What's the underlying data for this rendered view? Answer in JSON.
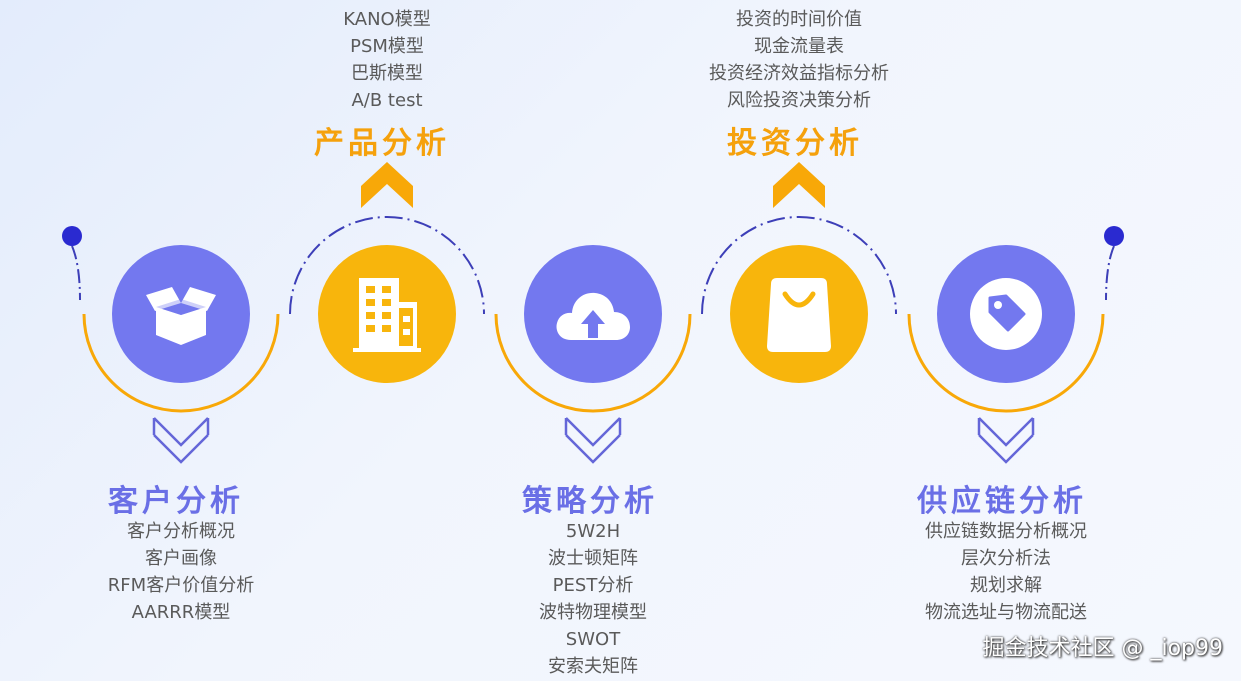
{
  "stages": [
    {
      "id": "customer",
      "title": "客户分析",
      "icon": "open-box-icon",
      "color": "purple",
      "items": [
        "客户分析概况",
        "客户画像",
        "RFM客户价值分析",
        "AARRR模型"
      ]
    },
    {
      "id": "product",
      "title": "产品分析",
      "icon": "building-icon",
      "color": "yellow",
      "items": [
        "KANO模型",
        "PSM模型",
        "巴斯模型",
        "A/B test"
      ]
    },
    {
      "id": "strategy",
      "title": "策略分析",
      "icon": "cloud-upload-icon",
      "color": "purple",
      "items": [
        "5W2H",
        "波士顿矩阵",
        "PEST分析",
        "波特物理模型",
        "SWOT",
        "安索夫矩阵"
      ]
    },
    {
      "id": "investment",
      "title": "投资分析",
      "icon": "shopping-bag-icon",
      "color": "yellow",
      "items": [
        "投资的时间价值",
        "现金流量表",
        "投资经济效益指标分析",
        "风险投资决策分析"
      ]
    },
    {
      "id": "supply_chain",
      "title": "供应链分析",
      "icon": "price-tag-icon",
      "color": "purple",
      "items": [
        "供应链数据分析概况",
        "层次分析法",
        "规划求解",
        "物流选址与物流配送"
      ]
    }
  ],
  "colors": {
    "purple": "#7378ef",
    "yellow": "#f8b50c",
    "orange_text": "#f5a10c",
    "purple_text": "#6a6fe6",
    "dash_line": "#3d3fb8",
    "dot": "#2a2ad0",
    "chevron_down": "#6466d8",
    "chevron_up": "#f8a808"
  },
  "watermark": "掘金技术社区 @ _iop99"
}
